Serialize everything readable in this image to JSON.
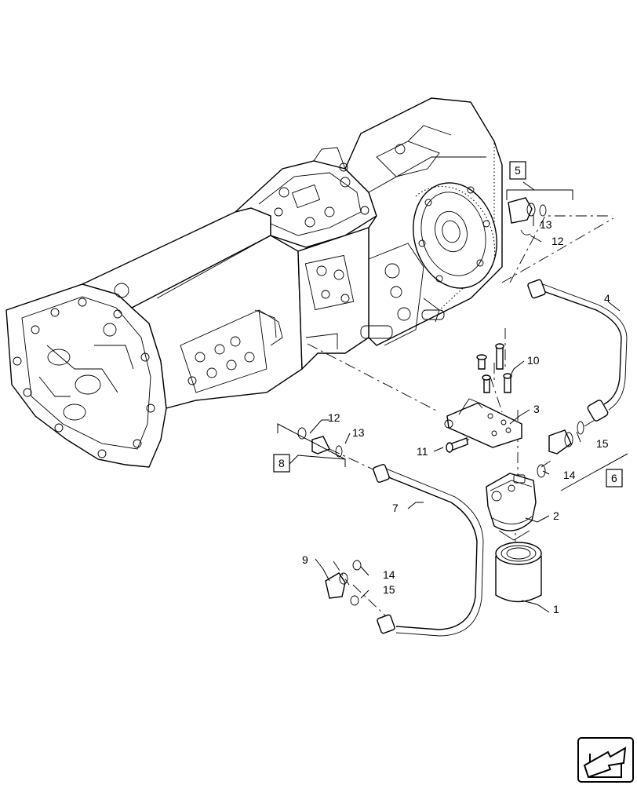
{
  "callouts": {
    "c1": "1",
    "c2": "2",
    "c3": "3",
    "c4": "4",
    "c5": "5",
    "c6": "6",
    "c7": "7",
    "c8": "8",
    "c9": "9",
    "c10": "10",
    "c11": "11",
    "c12a": "12",
    "c12b": "12",
    "c13a": "13",
    "c13b": "13",
    "c14a": "14",
    "c14b": "14",
    "c15a": "15",
    "c15b": "15"
  },
  "icons": {
    "nav": "arrow-back-icon"
  }
}
